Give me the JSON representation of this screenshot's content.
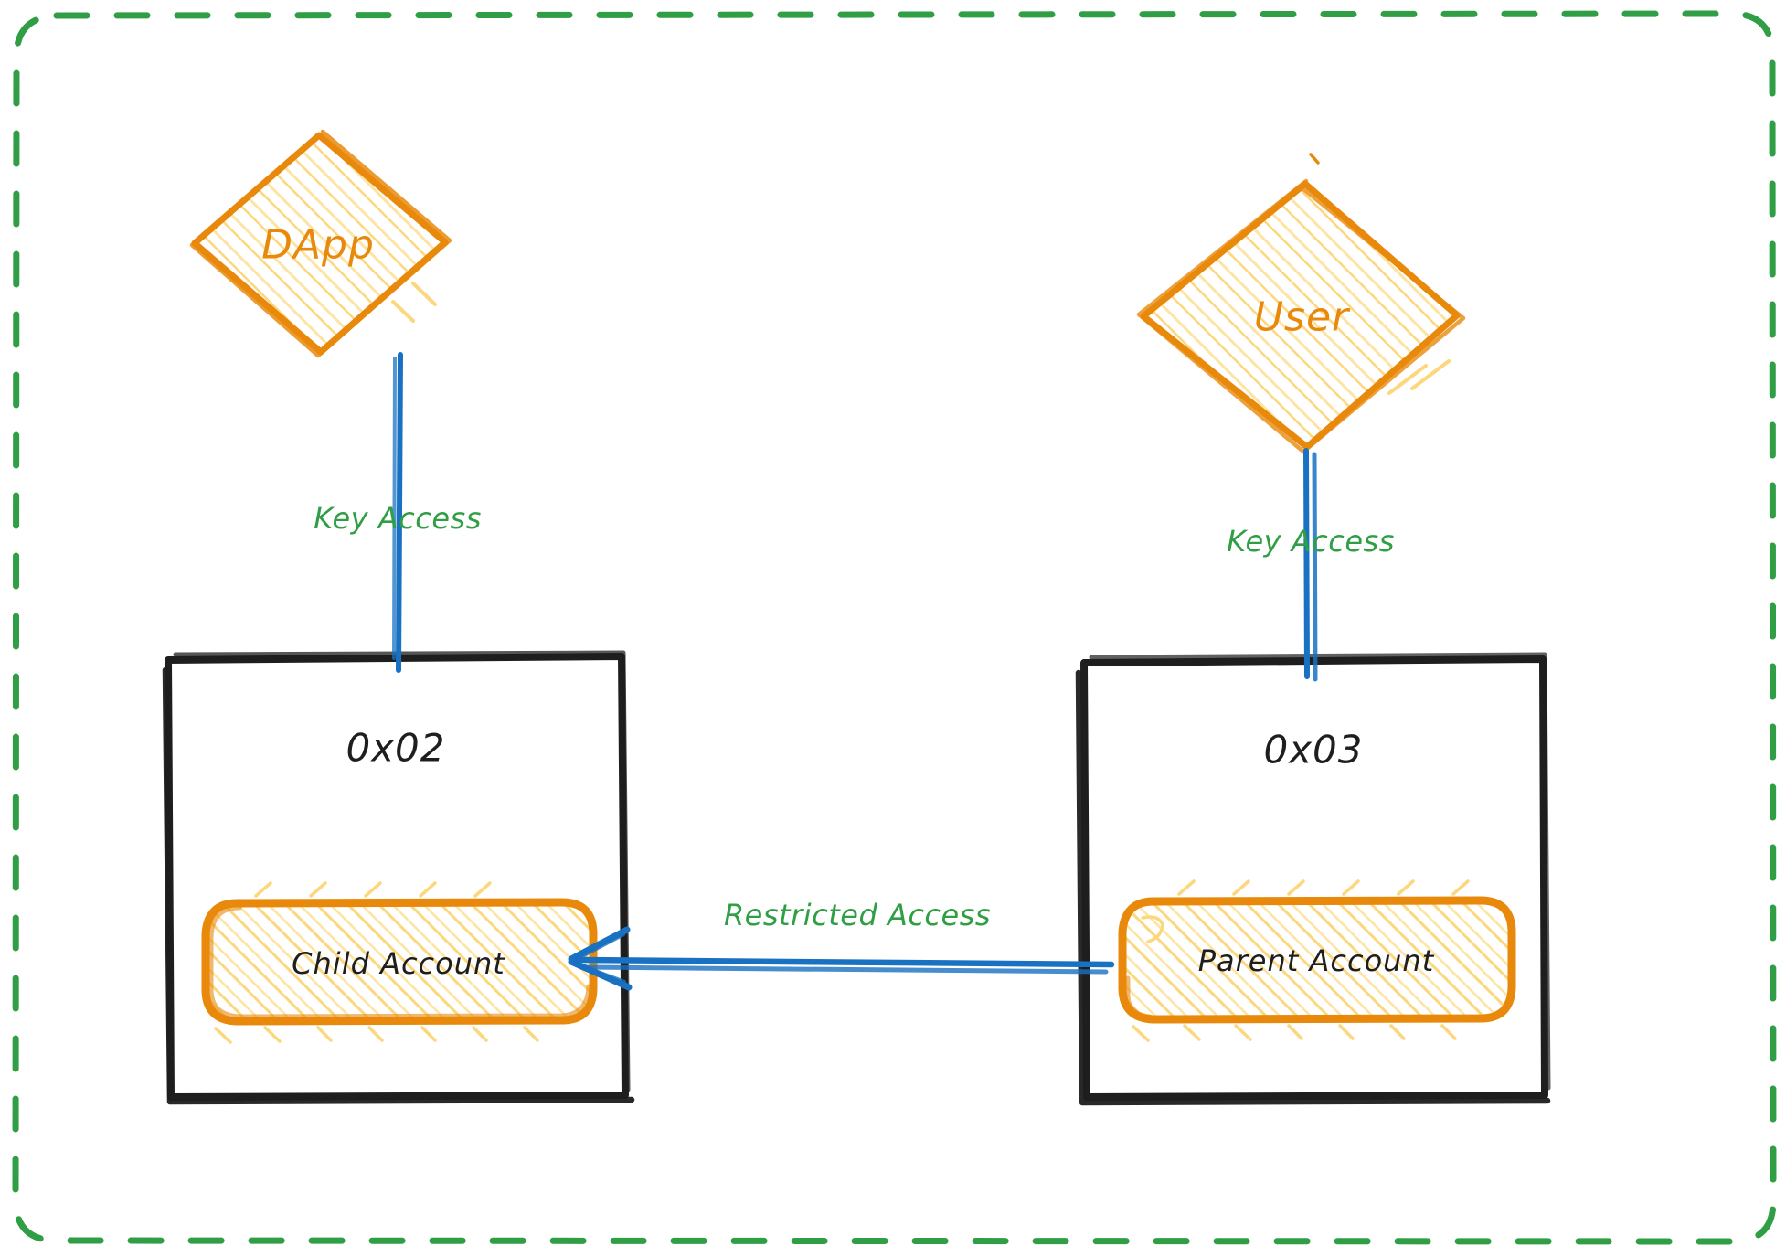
{
  "diagram": {
    "title": "Child Account / Parent Account key access diagram",
    "style": "hand-drawn sketch",
    "colors": {
      "orange_stroke": "#e8890c",
      "orange_hatch": "#fcd77e",
      "blue_arrow": "#1971c2",
      "green_label": "#2f9e44",
      "green_dashed_border": "#2f9e44",
      "black_box": "#1e1e1e",
      "background": "#ffffff"
    },
    "outer_frame": {
      "name": "dashed-green-boundary",
      "stroke": "#2f9e44",
      "dashed": true
    },
    "nodes": {
      "dapp": {
        "label": "DApp",
        "shape": "diamond"
      },
      "user": {
        "label": "User",
        "shape": "diamond"
      },
      "child_box": {
        "label": "0x02",
        "shape": "rectangle"
      },
      "parent_box": {
        "label": "0x03",
        "shape": "rectangle"
      },
      "child_account": {
        "label": "Child Account",
        "shape": "rounded-rectangle"
      },
      "parent_account": {
        "label": "Parent Account",
        "shape": "rounded-rectangle"
      }
    },
    "edges": [
      {
        "name": "dapp-to-child-box",
        "label": "Key Access",
        "from": "DApp",
        "to": "0x02",
        "direction": "down",
        "color": "#1971c2"
      },
      {
        "name": "user-to-parent-box",
        "label": "Key Access",
        "from": "User",
        "to": "0x03",
        "direction": "down",
        "color": "#1971c2"
      },
      {
        "name": "parent-to-child-account",
        "label": "Restricted Access",
        "from": "Parent Account",
        "to": "Child Account",
        "direction": "left",
        "color": "#1971c2"
      }
    ]
  }
}
